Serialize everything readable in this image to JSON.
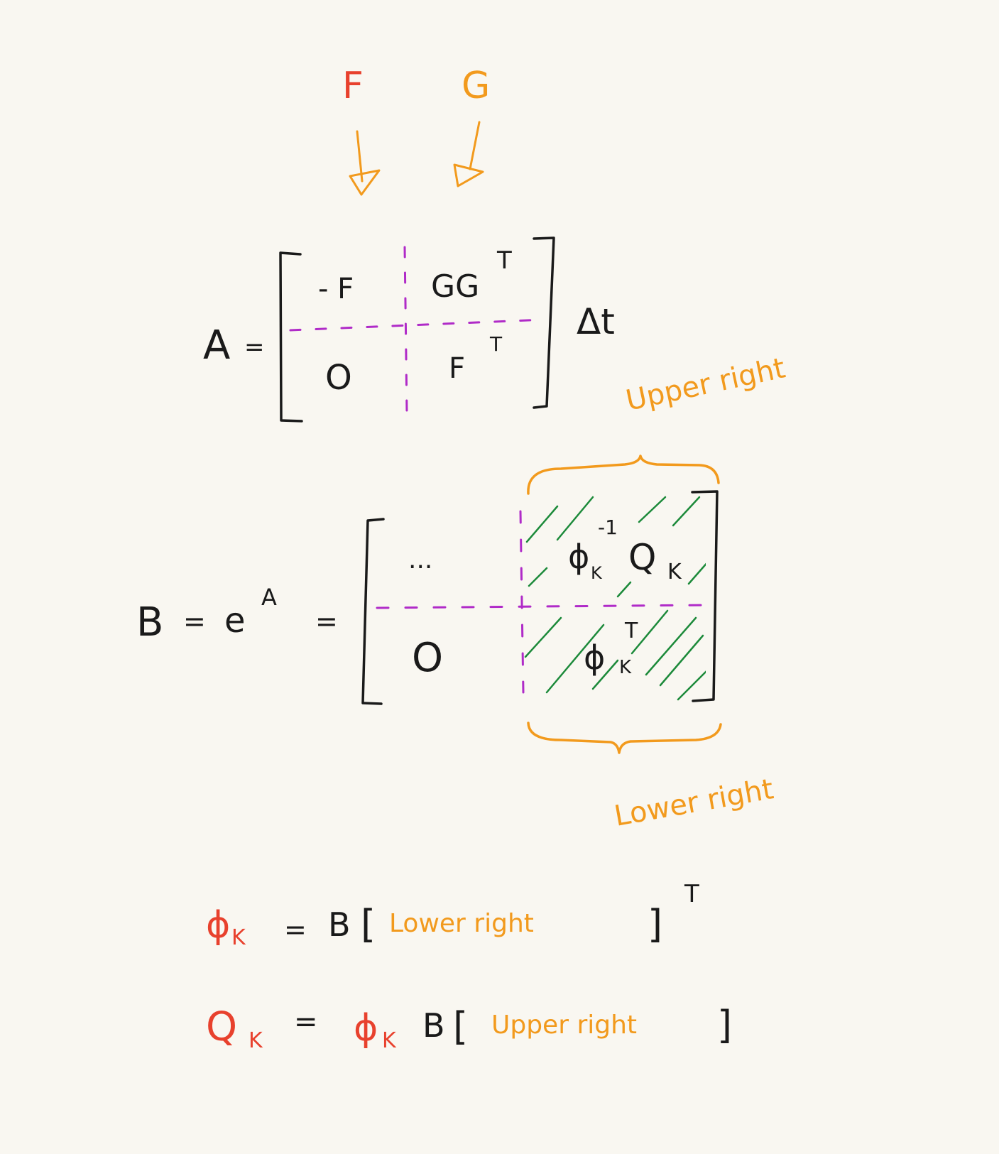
{
  "colors": {
    "paper": "#f9f7f1",
    "black": "#1a1a1a",
    "red": "#e8412d",
    "orange": "#f29a1d",
    "purple": "#b02bc8",
    "green": "#1c8a3a"
  },
  "top_labels": {
    "f": "F",
    "g": "G"
  },
  "matrix_a": {
    "lhs": "A",
    "equals": "=",
    "top_left": "- F",
    "top_right": "GG",
    "top_right_sup": "T",
    "bottom_left": "O",
    "bottom_right": "F",
    "bottom_right_sup": "T",
    "factor": "Δt"
  },
  "matrix_b": {
    "lhs": "B",
    "eq1": "=",
    "exp_base": "e",
    "exp_sup": "A",
    "eq2": "=",
    "top_left": "...",
    "bottom_left": "O",
    "upper_phi": "ϕ",
    "upper_phi_sub": "K",
    "upper_phi_sup": "-1",
    "upper_q": "Q",
    "upper_q_sub": "K",
    "lower_phi": "ϕ",
    "lower_phi_sub": "K",
    "lower_phi_sup": "T"
  },
  "annotations": {
    "upper": "Upper right",
    "lower": "Lower right"
  },
  "eq_phi": {
    "lhs": "ϕ",
    "lhs_sub": "K",
    "equals": "=",
    "b": "B",
    "open": "[",
    "region": "Lower right",
    "close": "]",
    "sup": "T"
  },
  "eq_q": {
    "lhs": "Q",
    "lhs_sub": "K",
    "equals": "=",
    "phi": "ϕ",
    "phi_sub": "K",
    "b": "B",
    "open": "[",
    "region": "Upper right",
    "close": "]"
  }
}
